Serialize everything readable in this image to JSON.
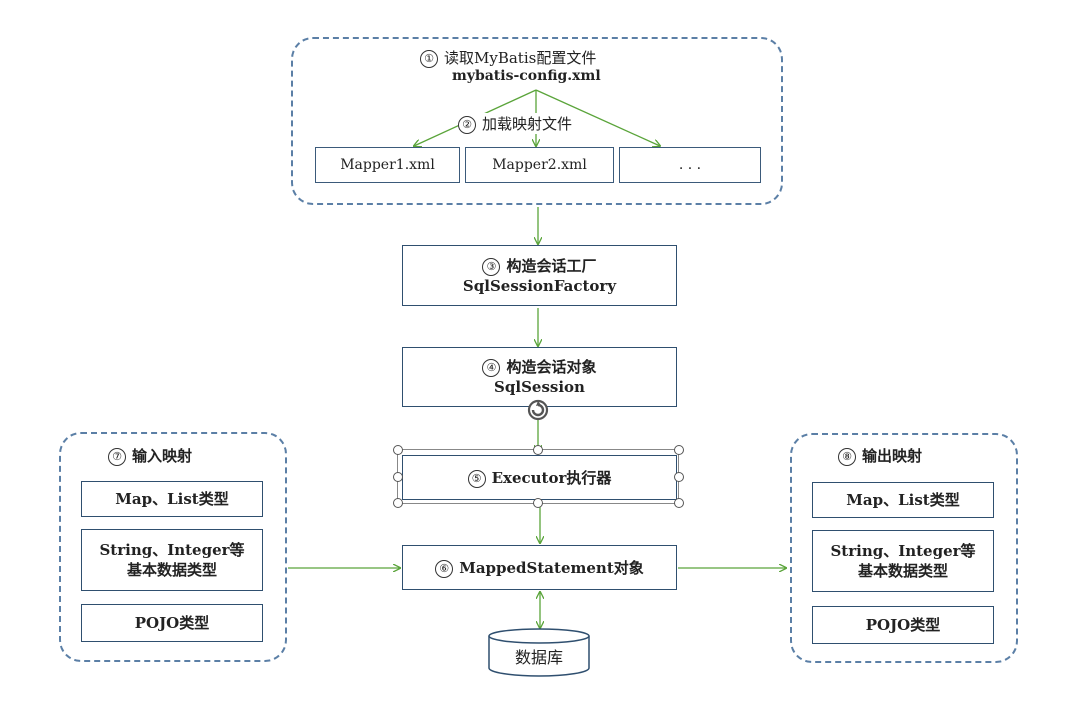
{
  "config": {
    "step": "①",
    "title": "读取MyBatis配置文件",
    "file": "mybatis-config.xml"
  },
  "mapping": {
    "step": "②",
    "label": "加载映射文件",
    "files": [
      "Mapper1.xml",
      "Mapper2.xml",
      ". . ."
    ]
  },
  "factory": {
    "step": "③",
    "title": "构造会话工厂",
    "name": "SqlSessionFactory"
  },
  "session": {
    "step": "④",
    "title": "构造会话对象",
    "name": "SqlSession"
  },
  "executor": {
    "step": "⑤",
    "label": "Executor执行器"
  },
  "statement": {
    "step": "⑥",
    "label": "MappedStatement对象"
  },
  "database": {
    "label": "数据库"
  },
  "input": {
    "step": "⑦",
    "title": "输入映射",
    "types": [
      "Map、List类型",
      "String、Integer等",
      "基本数据类型",
      "POJO类型"
    ]
  },
  "output": {
    "step": "⑧",
    "title": "输出映射",
    "types": [
      "Map、List类型",
      "String、Integer等",
      "基本数据类型",
      "POJO类型"
    ]
  },
  "colors": {
    "arrow": "#5aa43a",
    "border": "#2f4f6f",
    "dashed": "#5b7fa6"
  }
}
